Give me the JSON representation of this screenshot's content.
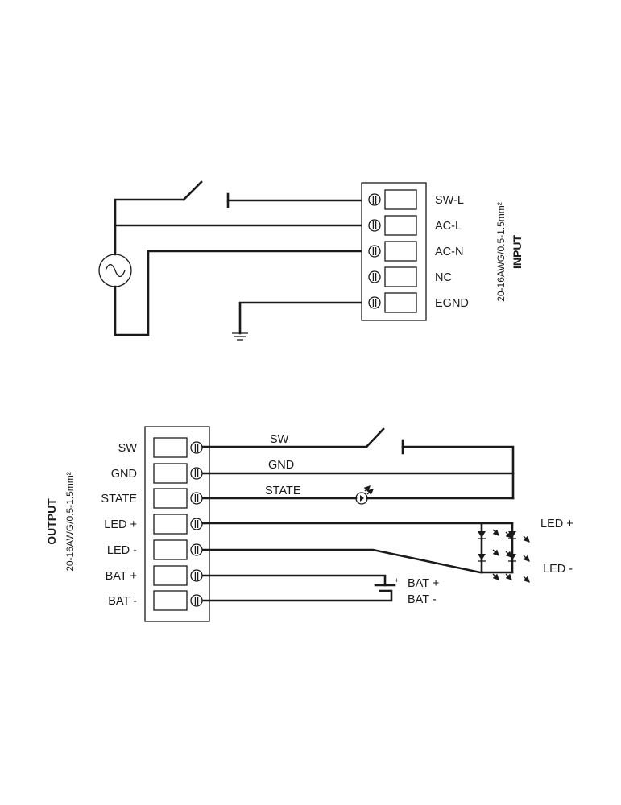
{
  "input": {
    "heading": "INPUT",
    "wire_spec": "20-16AWG/0.5-1.5mm²",
    "terminals": [
      "SW-L",
      "AC-L",
      "AC-N",
      "NC",
      "EGND"
    ]
  },
  "output": {
    "heading": "OUTPUT",
    "wire_spec": "20-16AWG/0.5-1.5mm²",
    "terminals": [
      "SW",
      "GND",
      "STATE",
      "LED +",
      "LED -",
      "BAT +",
      "BAT -"
    ],
    "wire_labels": {
      "sw": "SW",
      "gnd": "GND",
      "state": "STATE"
    },
    "led_plus": "LED +",
    "led_minus": "LED -",
    "battery": {
      "plus": "BAT +",
      "minus": "BAT -",
      "plus_mark": "+"
    }
  }
}
